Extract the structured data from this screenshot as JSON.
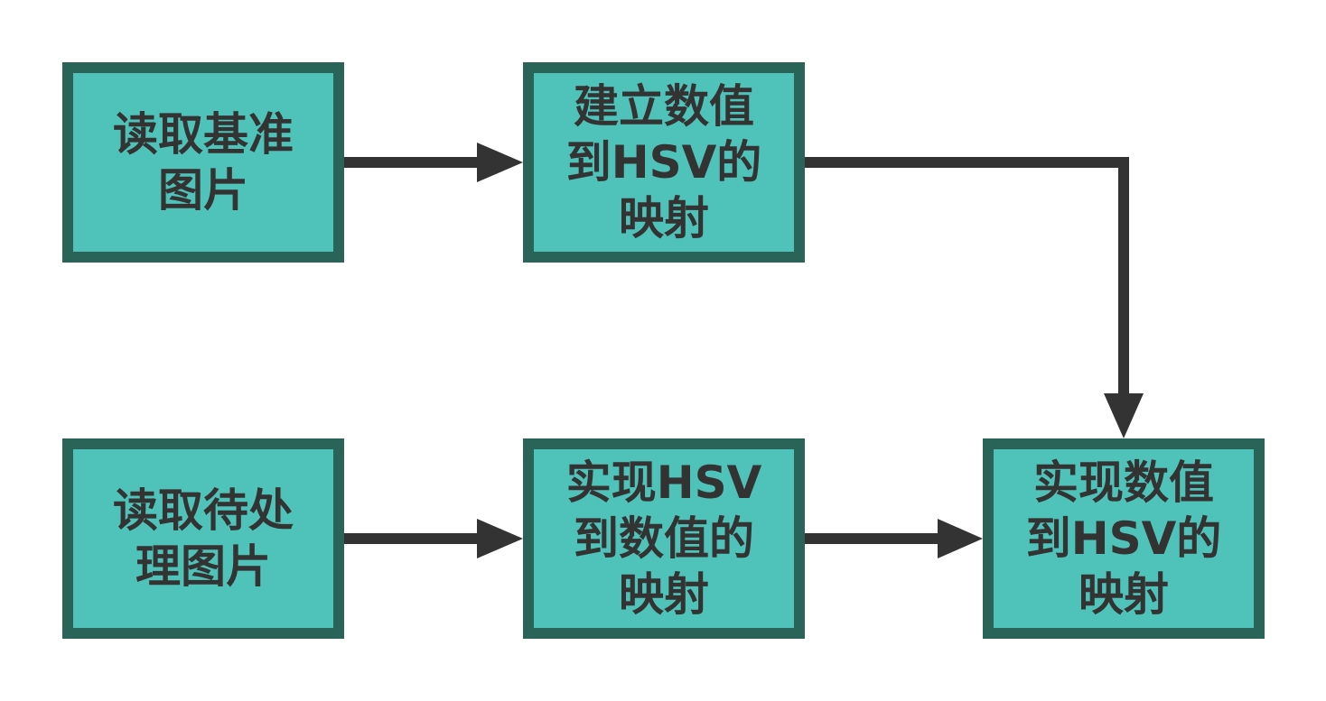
{
  "colors": {
    "box_fill": "#4fc3b9",
    "box_border": "#2a6459",
    "text": "#333333",
    "arrow": "#333333",
    "background": "#ffffff"
  },
  "nodes": {
    "read_ref": {
      "label": "读取基准\n图片"
    },
    "build_map": {
      "label": "建立数值\n到HSV的\n映射"
    },
    "read_proc": {
      "label": "读取待处\n理图片"
    },
    "hsv_to_val": {
      "label": "实现HSV\n到数值的\n映射"
    },
    "val_to_hsv": {
      "label": "实现数值\n到HSV的\n映射"
    }
  },
  "edges": [
    {
      "from": "read_ref",
      "to": "build_map"
    },
    {
      "from": "build_map",
      "to": "val_to_hsv"
    },
    {
      "from": "read_proc",
      "to": "hsv_to_val"
    },
    {
      "from": "hsv_to_val",
      "to": "val_to_hsv"
    }
  ]
}
